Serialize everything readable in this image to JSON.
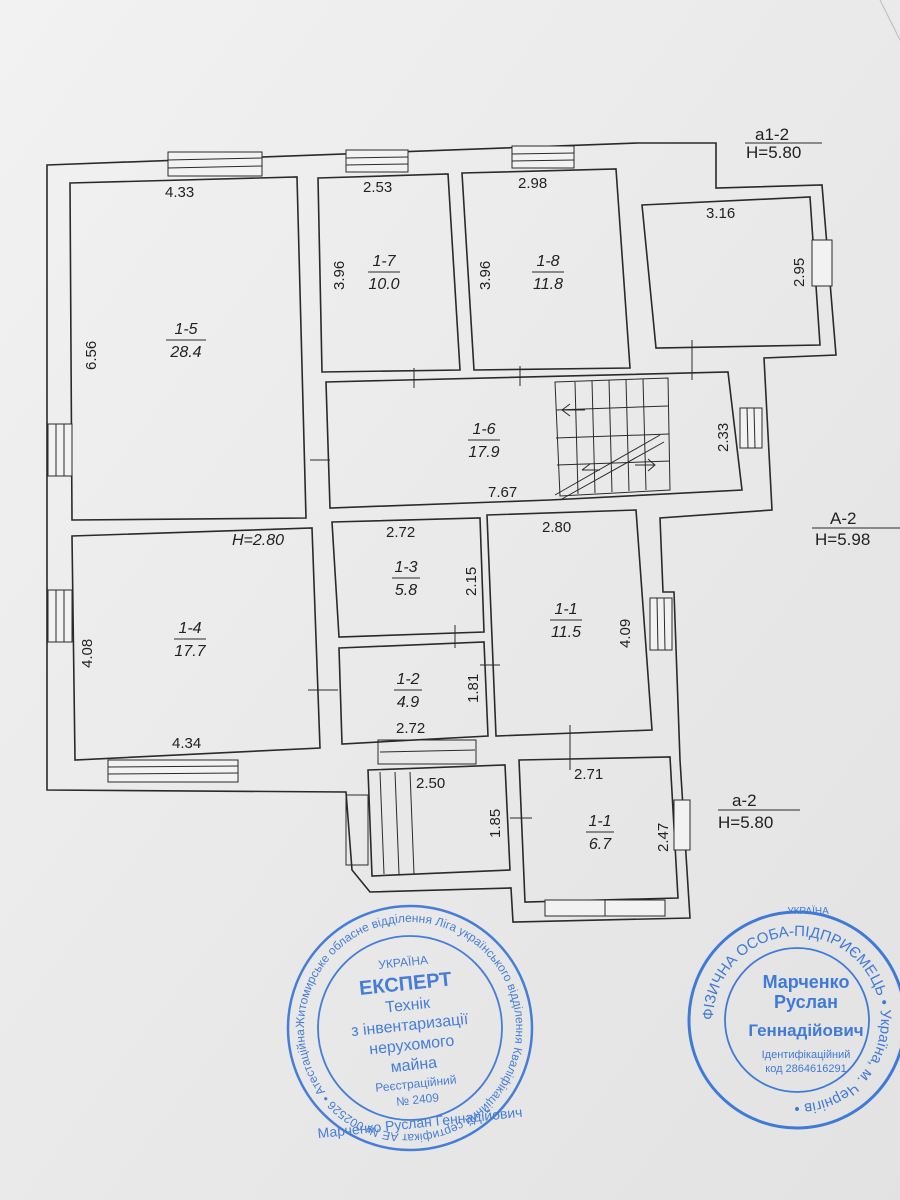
{
  "marks": [
    {
      "id": "a1-2",
      "label": "a1-2",
      "height": "H=5.80"
    },
    {
      "id": "A-2",
      "label": "A-2",
      "height": "H=5.98"
    },
    {
      "id": "a-2",
      "label": "a-2",
      "height": "H=5.80"
    }
  ],
  "ceiling_height": "H=2.80",
  "rooms": [
    {
      "id": "1-5",
      "area": "28.4"
    },
    {
      "id": "1-7",
      "area": "10.0"
    },
    {
      "id": "1-8",
      "area": "11.8"
    },
    {
      "id": "1-6",
      "area": "17.9"
    },
    {
      "id": "1-4",
      "area": "17.7"
    },
    {
      "id": "1-3",
      "area": "5.8"
    },
    {
      "id": "1-2",
      "area": "4.9"
    },
    {
      "id": "1-1",
      "area": "11.5"
    },
    {
      "id": "1-1b",
      "label": "1-1",
      "area": "6.7"
    }
  ],
  "dimensions": {
    "r15_top": "4.33",
    "r15_side": "6.56",
    "r17_top": "2.53",
    "r17_side": "3.96",
    "r18_top": "2.98",
    "r18_side": "3.96",
    "tr_top": "3.16",
    "tr_side": "2.95",
    "r16_bottom": "7.67",
    "r16_side": "2.33",
    "r14_side": "4.08",
    "r14_bottom": "4.34",
    "r13_top": "2.72",
    "r13_side": "2.15",
    "r12_bottom": "2.72",
    "r12_side": "1.81",
    "r11_top": "2.80",
    "r11_side": "4.09",
    "porch_top": "2.50",
    "porch_side": "1.85",
    "r11b_top": "2.71",
    "r11b_side": "2.47"
  },
  "stamp_left": {
    "ring_text": "Житомирське обласне відділення Ліга українського відділення Кваліфікаційний сертифікат АЕ № 002526 • Атестаційна архітектурно-будівельна комісія • Міністерство регіонального розвитку • України",
    "country": "УКРАЇНА",
    "title": "ЕКСПЕРТ",
    "line1": "Технік",
    "line2": "з інвентаризації",
    "line3": "нерухомого",
    "line4": "майна",
    "line5": "Реєстраційний",
    "line6": "№ 2409",
    "name": "Марченко Руслан Геннадійович"
  },
  "stamp_right": {
    "ring_text": "ФІЗИЧНА ОСОБА-ПІДПРИЄМЕЦЬ • Україна, м. Чернігів •",
    "country": "УКРАЇНА",
    "name1": "Марченко",
    "name2": "Руслан",
    "name3": "Геннадійович",
    "id_label": "Ідентифікаційний",
    "id_code": "код 2864616291"
  },
  "colors": {
    "stamp": "#2f6fd6",
    "ink": "#2a2a2a",
    "paper": "#ececec"
  }
}
